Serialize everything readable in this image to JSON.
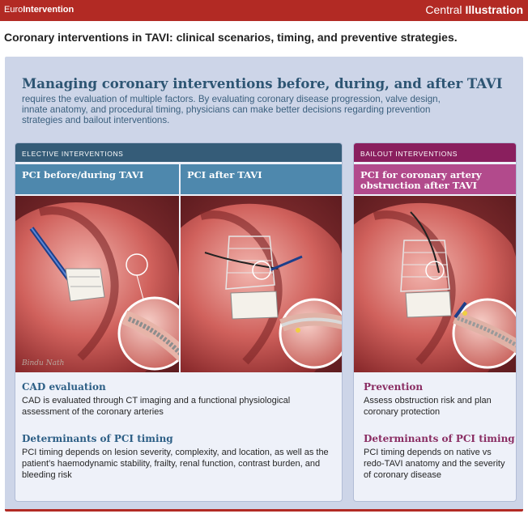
{
  "header": {
    "journal_prefix": "Euro",
    "journal_suffix": "Intervention",
    "central_prefix": "Central",
    "central_suffix": "Illustration"
  },
  "figure_title": "Coronary interventions in TAVI: clinical scenarios, timing, and preventive strategies.",
  "panel": {
    "heading": "Managing coronary interventions before, during, and after TAVI",
    "intro": "requires the evaluation of multiple factors. By evaluating coronary disease progression, valve design, innate anatomy, and procedural timing, physicians can make better decisions regarding prevention strategies and bailout interventions."
  },
  "elective": {
    "header": "ELECTIVE INTERVENTIONS",
    "col1_title": "PCI before/during TAVI",
    "col2_title": "PCI after TAVI",
    "signature": "Bindu Nath",
    "section1_title": "CAD evaluation",
    "section1_text": "CAD is evaluated through CT imaging and a functional physiological assessment of the coronary arteries",
    "section2_title": "Determinants of PCI timing",
    "section2_text": "PCI timing depends on lesion severity, complexity, and location, as well as the patient’s haemodynamic stability, frailty, renal function, contrast burden, and bleeding risk"
  },
  "bailout": {
    "header": "BAILOUT INTERVENTIONS",
    "col_title": "PCI for coronary artery obstruction after TAVI",
    "section1_title": "Prevention",
    "section1_text": "Assess obstruction risk and plan coronary protection",
    "section2_title": "Determinants of PCI timing",
    "section2_text": "PCI timing depends on native vs redo-TAVI anatomy and the severity of coronary disease"
  },
  "colors": {
    "journal_red": "#b22a24",
    "elective_dark": "#355c78",
    "elective_light": "#4e88ad",
    "bailout_dark": "#8a1f5e",
    "bailout_light": "#b24a8c"
  }
}
